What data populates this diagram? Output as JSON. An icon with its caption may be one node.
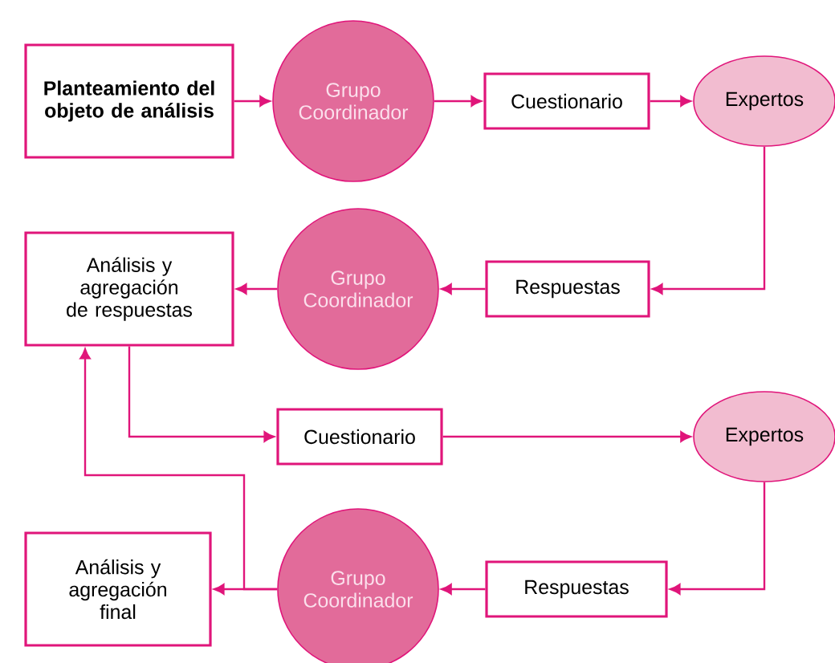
{
  "diagram": {
    "nodes": [
      {
        "text": [
          "Planteamiento del objeto de análisis"
        ]
      },
      {
        "text": [
          "Grupo Coordinador"
        ]
      },
      {
        "text": [
          "Cuestionario"
        ]
      },
      {
        "text": [
          "Expertos"
        ]
      },
      {
        "text": [
          "Análisis y agregación de respuestas"
        ]
      },
      {
        "text": [
          "Grupo Coordinador"
        ]
      },
      {
        "text": [
          "Respuestas"
        ]
      },
      {
        "text": [
          "Cuestionario"
        ]
      },
      {
        "text": [
          "Expertos"
        ]
      },
      {
        "text": [
          "Análisis y agregación final"
        ]
      },
      {
        "text": [
          "Grupo Coordinador"
        ]
      },
      {
        "text": [
          "Respuestas"
        ]
      }
    ],
    "edges": [
      {
        "from": 0,
        "to": 1,
        "arrow": "to"
      },
      {
        "from": 1,
        "to": 2,
        "arrow": "to"
      },
      {
        "from": 2,
        "to": 3,
        "arrow": "to"
      },
      {
        "from": 3,
        "to": 6,
        "arrow": "to"
      },
      {
        "from": 6,
        "to": 5,
        "arrow": "to"
      },
      {
        "from": 5,
        "to": 4,
        "arrow": "to"
      },
      {
        "from": 4,
        "to": 7,
        "arrow": "to"
      },
      {
        "from": 7,
        "to": 8,
        "arrow": "to"
      },
      {
        "from": 8,
        "to": 11,
        "arrow": "to"
      },
      {
        "from": 11,
        "to": 10,
        "arrow": "to"
      },
      {
        "from": 10,
        "to": 9,
        "arrow": "to"
      },
      {
        "from": 10,
        "to": 4,
        "arrow": "to"
      }
    ]
  }
}
